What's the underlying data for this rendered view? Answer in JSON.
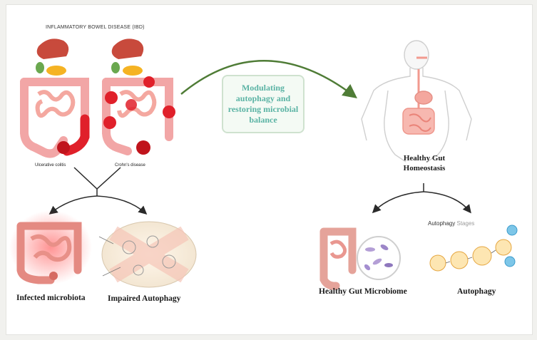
{
  "ibd_title": "INFLAMMATORY BOWEL DISEASE (IBD)",
  "left_gut_label": "Ulcerative colitis",
  "right_gut_label": "Crohn's disease",
  "center_text": "Modulating\nautophagy and\nrestoring microbial\nbalance",
  "healthy_title": "Healthy Gut\nHomeostasis",
  "infected_label": "Infected microbiota",
  "impaired_label": "Impaired Autophagy",
  "microbiome_label": "Healthy Gut Microbiome",
  "autophagy_label": "Autophagy",
  "autophagy_stages_title": "Autophagy",
  "autophagy_stages_suffix": "Stages",
  "colors": {
    "arrow_green": "#4f7c36",
    "inflamed_red": "#e0202a",
    "gut_pink": "#f2a6a6",
    "box_text": "#5ab3a4"
  }
}
